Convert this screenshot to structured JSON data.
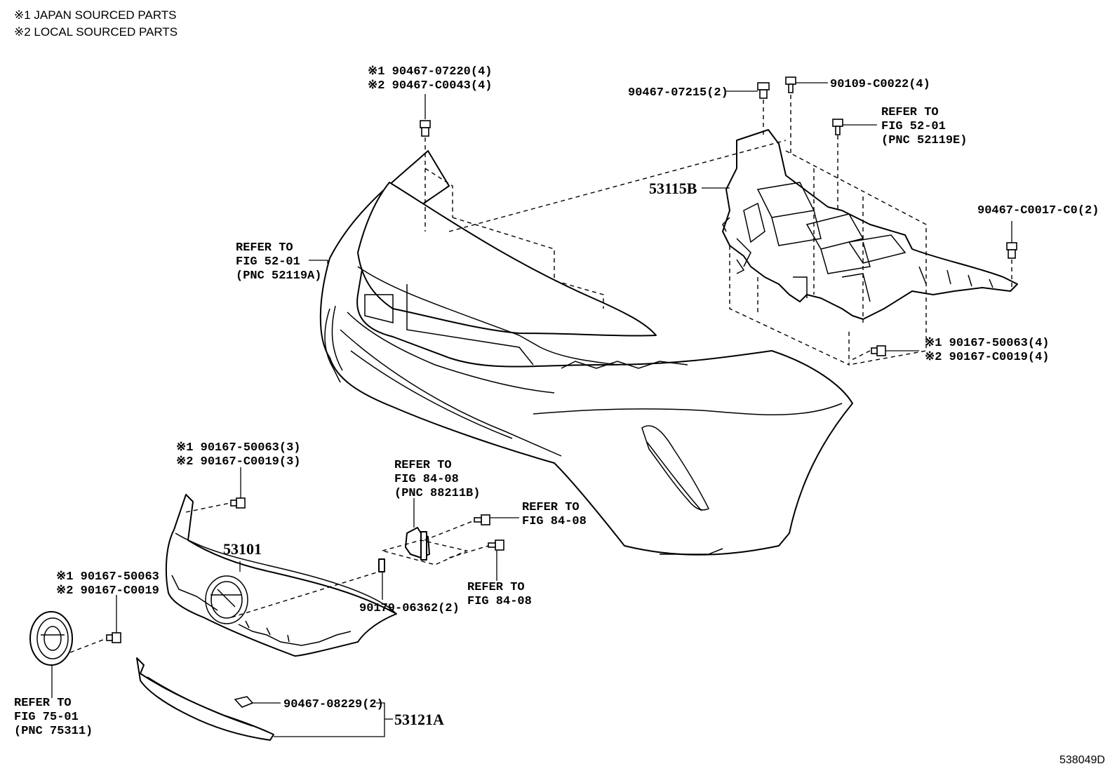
{
  "legend": [
    "※1 JAPAN SOURCED PARTS",
    "※2 LOCAL SOURCED PARTS"
  ],
  "labels": {
    "top_clip_1": "※1 90467-07220(4)",
    "top_clip_2": "※2 90467-C0043(4)",
    "clip_07215": "90467-07215(2)",
    "bolt_c0022": "90109-C0022(4)",
    "refer_52_01_e": [
      "REFER TO",
      "FIG 52-01",
      "(PNC 52119E)"
    ],
    "retainer": "53115B",
    "clip_c0017": "90467-C0017-C0(2)",
    "refer_52_01_a": [
      "REFER TO",
      "FIG 52-01",
      "(PNC 52119A)"
    ],
    "nut_right_1": "※1 90167-50063(4)",
    "nut_right_2": "※2 90167-C0019(4)",
    "nut_grille_1": "※1 90167-50063(3)",
    "nut_grille_2": "※2 90167-C0019(3)",
    "refer_84_08_b": [
      "REFER TO",
      "FIG 84-08",
      "(PNC 88211B)"
    ],
    "refer_84_08_r1": [
      "REFER TO",
      "FIG 84-08"
    ],
    "grille": "53101",
    "refer_84_08_r2": [
      "REFER TO",
      "FIG 84-08"
    ],
    "nut_emblem_1": "※1 90167-50063",
    "nut_emblem_2": "※2 90167-C0019",
    "clip_06362": "90179-06362(2)",
    "refer_75_01": [
      "REFER TO",
      "FIG 75-01",
      "(PNC 75311)"
    ],
    "clip_08229": "90467-08229(2)",
    "lower_grille": "53121A",
    "figure_id": "538049D"
  }
}
